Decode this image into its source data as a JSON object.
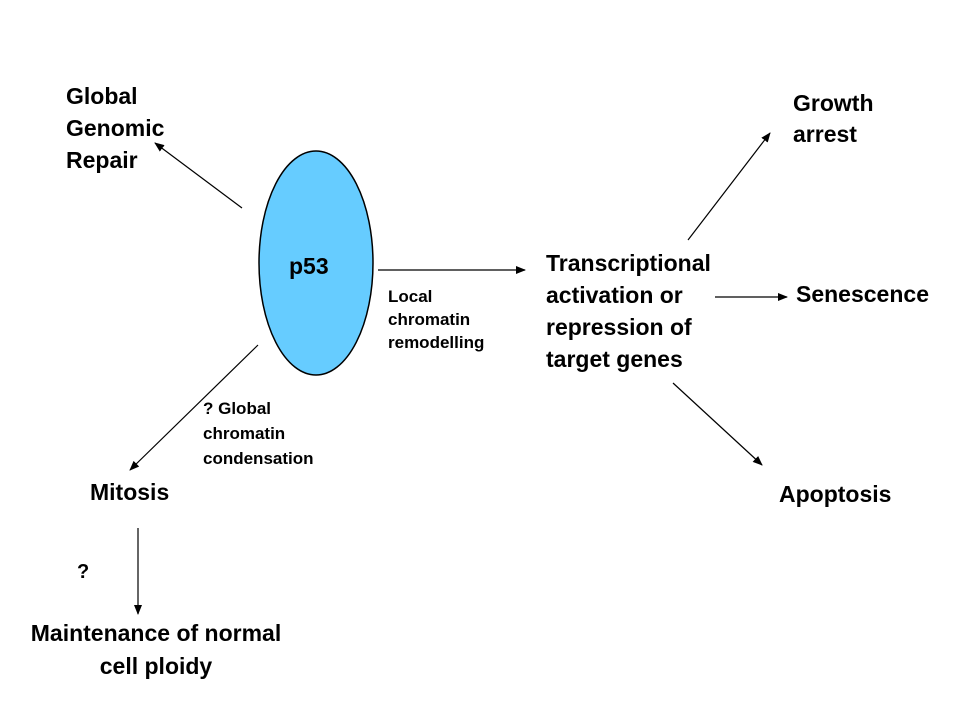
{
  "node_colors": {
    "p53_fill": "#66ccff",
    "stroke": "#000000"
  },
  "nodes": {
    "p53": "p53",
    "global_genomic_repair": [
      "Global",
      "Genomic",
      "Repair"
    ],
    "transcriptional": [
      "Transcriptional",
      "activation or",
      "repression of",
      "target genes"
    ],
    "growth_arrest": [
      "Growth",
      "arrest"
    ],
    "senescence": "Senescence",
    "apoptosis": "Apoptosis",
    "mitosis": "Mitosis",
    "maintenance": [
      "Maintenance of normal",
      "cell ploidy"
    ]
  },
  "edge_labels": {
    "local_chromatin": [
      "Local",
      "chromatin",
      "remodelling"
    ],
    "global_condensation": [
      "? Global",
      "chromatin",
      "condensation"
    ],
    "mitosis_question": "?"
  }
}
